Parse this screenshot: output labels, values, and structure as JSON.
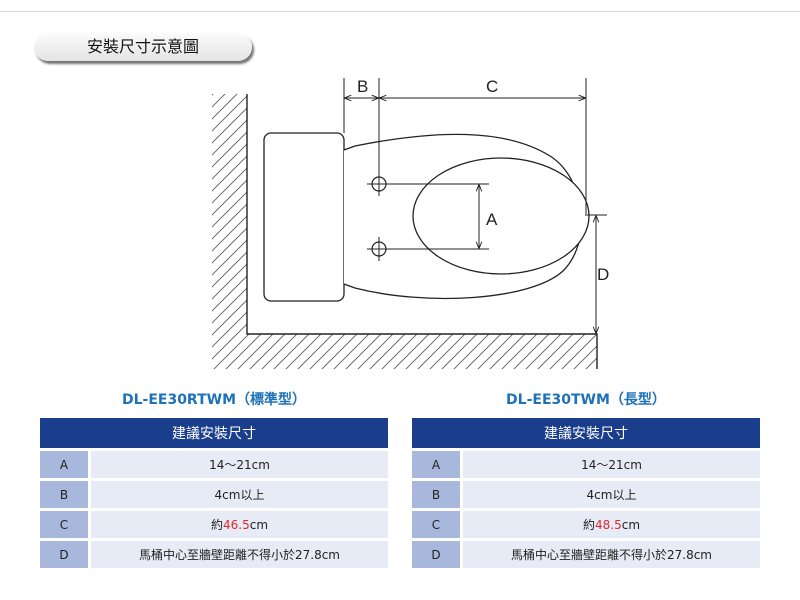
{
  "section_title": "安裝尺寸示意圖",
  "diagram": {
    "dimension_labels": {
      "B": "B",
      "C": "C",
      "A": "A",
      "D": "D"
    }
  },
  "models": [
    {
      "title": "DL-EE30RTWM（標準型）",
      "table_header": "建議安裝尺寸",
      "rows": [
        {
          "key": "A",
          "value": "14～21cm"
        },
        {
          "key": "B",
          "value": "4cm以上"
        },
        {
          "key": "C",
          "value_prefix": "約",
          "value_highlight": "46.5",
          "value_suffix": "cm"
        },
        {
          "key": "D",
          "value": "馬桶中心至牆壁距離不得小於27.8cm"
        }
      ]
    },
    {
      "title": "DL-EE30TWM（長型）",
      "table_header": "建議安裝尺寸",
      "rows": [
        {
          "key": "A",
          "value": "14～21cm"
        },
        {
          "key": "B",
          "value": "4cm以上"
        },
        {
          "key": "C",
          "value_prefix": "約",
          "value_highlight": "48.5",
          "value_suffix": "cm"
        },
        {
          "key": "D",
          "value": "馬桶中心至牆壁距離不得小於27.8cm"
        }
      ]
    }
  ],
  "colors": {
    "header_bg": "#1a3e8c",
    "key_bg": "#a7b8dc",
    "value_bg": "#e6ebf5",
    "title_blue": "#1e72b8",
    "highlight_red": "#e0282e"
  }
}
